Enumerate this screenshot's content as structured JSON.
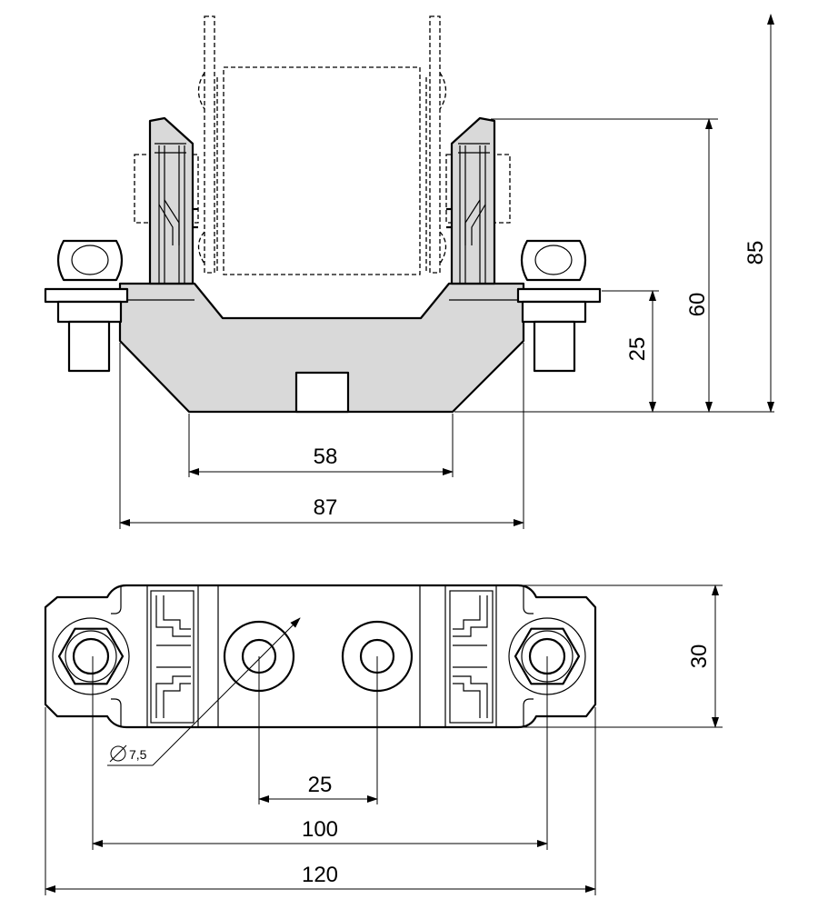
{
  "front_view": {
    "dim_58": "58",
    "dim_87": "87",
    "dim_25": "25",
    "dim_60": "60",
    "dim_85": "85"
  },
  "top_view": {
    "dim_30": "30",
    "dim_25": "25",
    "dim_100": "100",
    "dim_120": "120",
    "hole_diameter": "7,5"
  },
  "colors": {
    "body_fill": "#d9d9d9",
    "line": "#000000",
    "background": "#ffffff"
  }
}
